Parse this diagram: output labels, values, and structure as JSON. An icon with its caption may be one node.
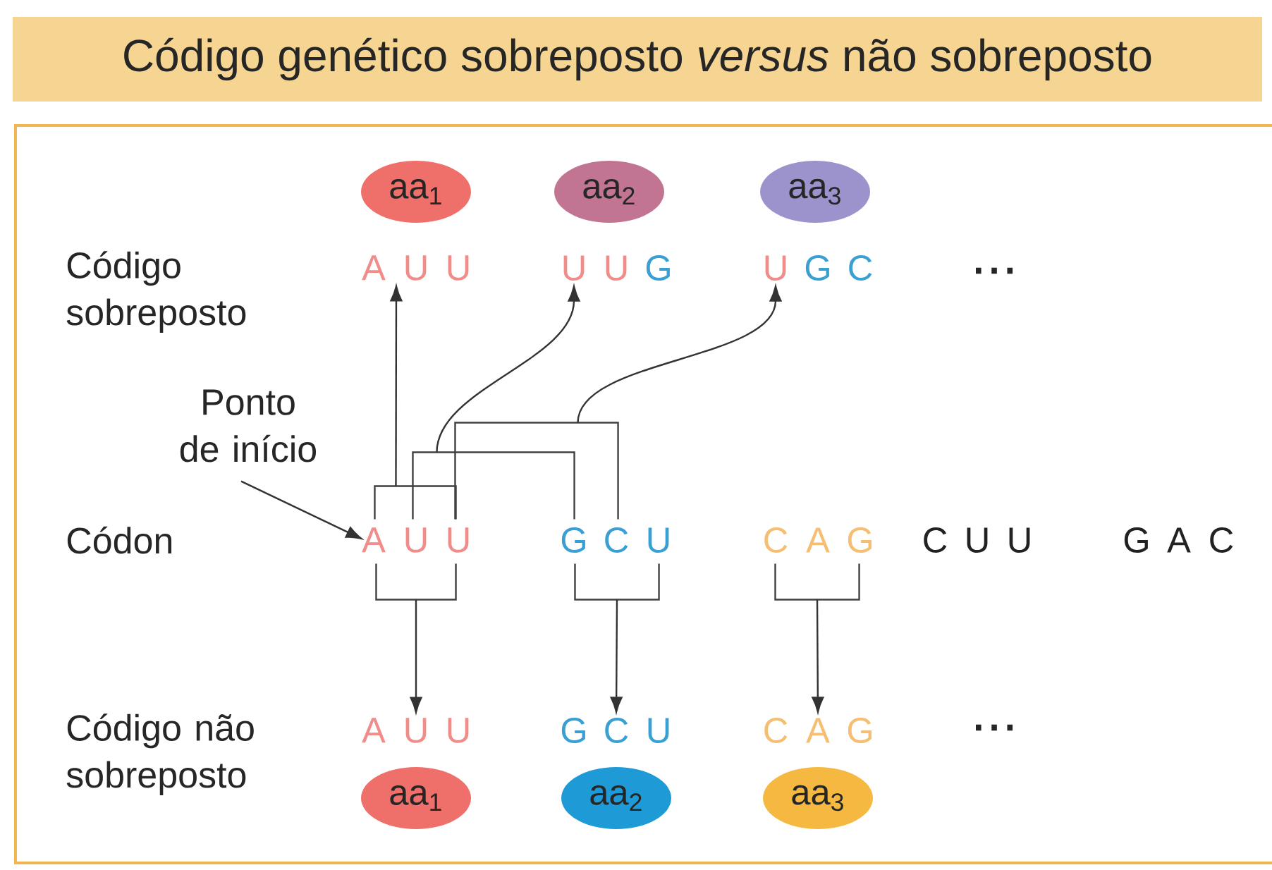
{
  "diagram": {
    "title": "Código genético sobreposto *versus* não sobreposto",
    "nodes": [
      {
        "text": [
          "aa$_{1}$"
        ]
      },
      {
        "text": [
          "aa$_{2}$"
        ]
      },
      {
        "text": [
          "aa$_{3}$"
        ]
      },
      {
        "text": [
          "A",
          "U",
          "U"
        ]
      },
      {
        "text": [
          "U",
          "U",
          "G"
        ]
      },
      {
        "text": [
          "U",
          "G",
          "C"
        ]
      },
      {
        "text": [
          "Ponto de início"
        ]
      },
      {
        "text": [],
        "shape": "bracket"
      },
      {
        "text": [],
        "shape": "bracket"
      },
      {
        "text": [],
        "shape": "bracket"
      },
      {
        "text": [
          "A",
          "U",
          "U"
        ]
      },
      {
        "text": [
          "G",
          "C",
          "U"
        ]
      },
      {
        "text": [
          "C",
          "A",
          "G"
        ]
      },
      {
        "text": [
          "C",
          "U",
          "U"
        ]
      },
      {
        "text": [
          "G",
          "A",
          "C"
        ]
      },
      {
        "text": [],
        "shape": "bracket"
      },
      {
        "text": [],
        "shape": "bracket"
      },
      {
        "text": [],
        "shape": "bracket"
      },
      {
        "text": [
          "A",
          "U",
          "U"
        ]
      },
      {
        "text": [
          "G",
          "C",
          "U"
        ]
      },
      {
        "text": [
          "C",
          "A",
          "G"
        ]
      },
      {
        "text": [
          "aa$_{1}$"
        ]
      },
      {
        "text": [
          "aa$_{2}$"
        ]
      },
      {
        "text": [
          "aa$_{3}$"
        ]
      }
    ],
    "edges": [
      {
        "from": 7,
        "to": 3,
        "arrow": "to"
      },
      {
        "from": 8,
        "to": 4,
        "arrow": "to"
      },
      {
        "from": 9,
        "to": 5,
        "arrow": "to"
      },
      {
        "from": 6,
        "to": 10,
        "arrow": "to"
      },
      {
        "from": 15,
        "to": 18,
        "arrow": "to"
      },
      {
        "from": 16,
        "to": 19,
        "arrow": "to"
      },
      {
        "from": 17,
        "to": 20,
        "arrow": "to"
      }
    ],
    "labels": [
      "Código sobreposto",
      "...",
      "Códon",
      "Código não sobreposto",
      "..."
    ]
  }
}
